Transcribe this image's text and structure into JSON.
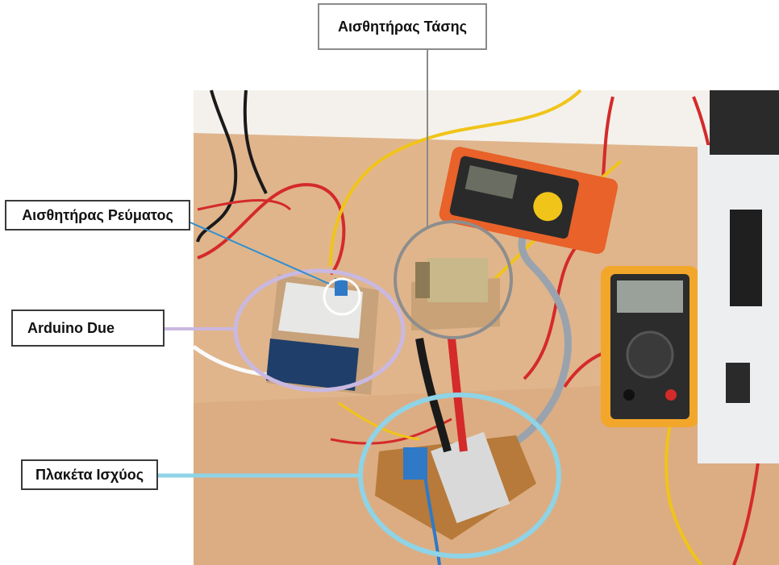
{
  "labels": {
    "voltage_sensor": "Αισθητήρας Τάσης",
    "current_sensor": "Αισθητήρας Ρεύματος",
    "arduino": "Arduino Due",
    "power_board": "Πλακέτα Ισχύος"
  },
  "colors": {
    "table": "#dfb38a",
    "wall": "#f3f0ea",
    "arduino_ring": "#c9b8e0",
    "voltage_ring": "#8d8d8d",
    "current_ring": "#ffffff",
    "power_ring": "#8fd3e6",
    "current_line": "#2f8fd0",
    "arduino_line": "#c9b8e0",
    "power_line": "#8fd3e6",
    "voltage_line": "#8a8a8a"
  }
}
